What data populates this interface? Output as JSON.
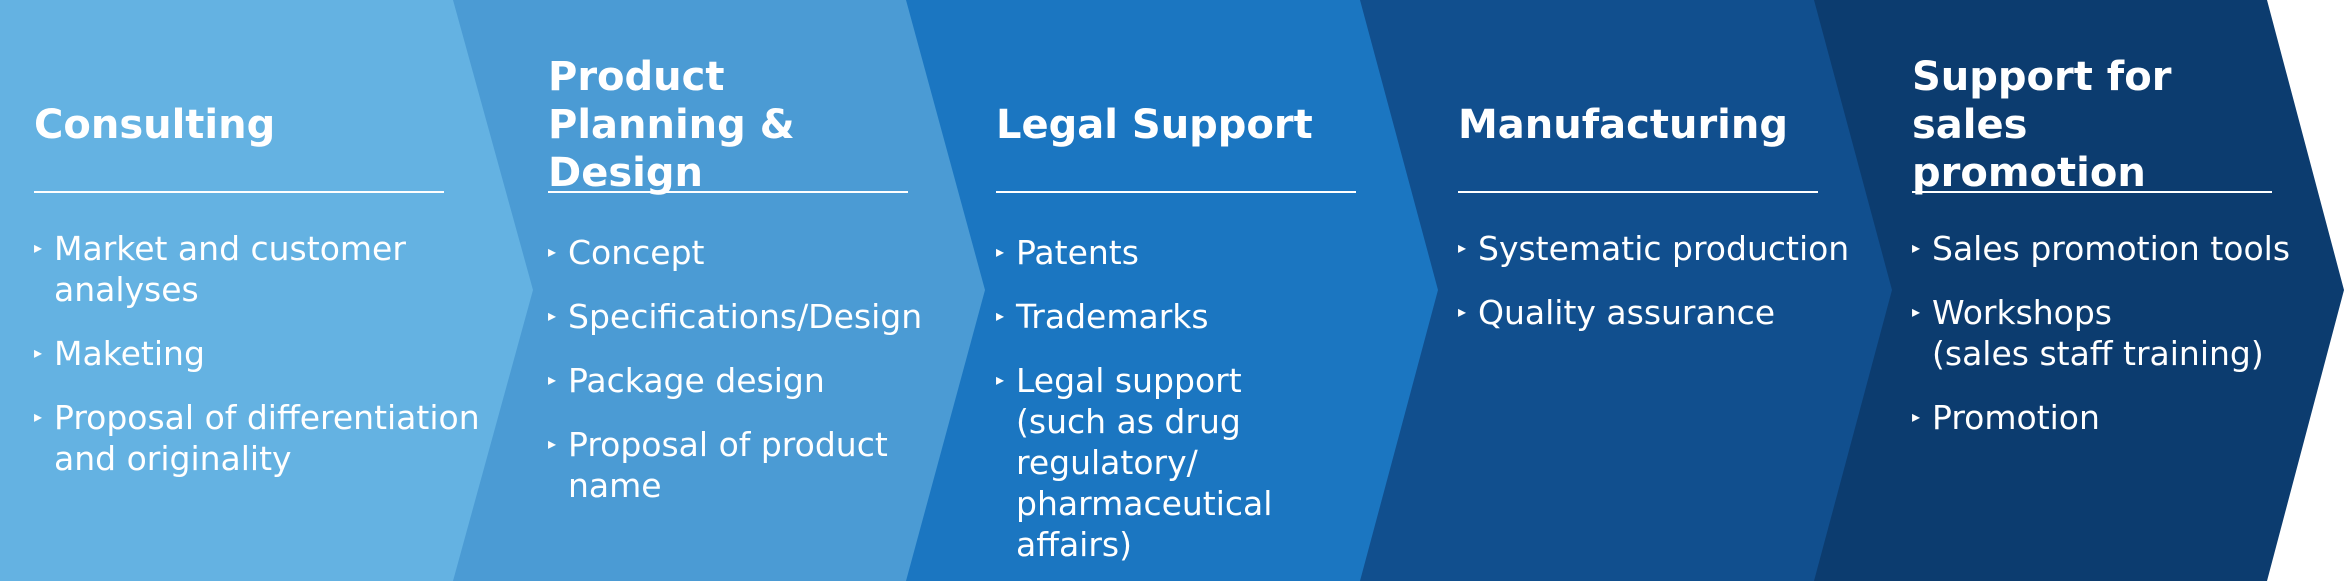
{
  "colors": {
    "stage_1": "#64b2e2",
    "stage_2": "#4b9bd4",
    "stage_3": "#1b76c1",
    "stage_4": "#114f8e",
    "stage_5": "#0c3c6f",
    "text": "#ffffff"
  },
  "arrow_icon": "small-right-triangle",
  "stages": [
    {
      "title": "Consulting",
      "items": [
        "Market and customer\nanalyses",
        "Maketing",
        "Proposal of differentiation\nand originality"
      ]
    },
    {
      "title": "Product\nPlanning & Design",
      "items": [
        "Concept",
        "Specifications/Design",
        "Package design",
        "Proposal of product\nname"
      ]
    },
    {
      "title": "Legal Support",
      "items": [
        "Patents",
        "Trademarks",
        "Legal support\n(such as drug regulatory/\npharmaceutical\naffairs)"
      ]
    },
    {
      "title": "Manufacturing",
      "items": [
        "Systematic production",
        "Quality assurance"
      ]
    },
    {
      "title": "Support for sales\npromotion",
      "items": [
        "Sales promotion tools",
        "Workshops\n(sales staff training)",
        "Promotion"
      ]
    }
  ]
}
